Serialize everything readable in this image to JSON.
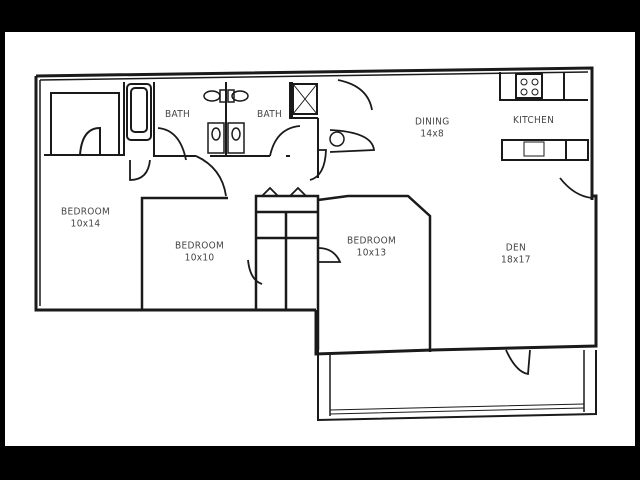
{
  "plan": {
    "rooms": [
      {
        "id": "bath1",
        "name": "BATH",
        "size": ""
      },
      {
        "id": "bath2",
        "name": "BATH",
        "size": ""
      },
      {
        "id": "dining",
        "name": "DINING",
        "size": "14x8"
      },
      {
        "id": "kitchen",
        "name": "KITCHEN",
        "size": ""
      },
      {
        "id": "bedroom1",
        "name": "BEDROOM",
        "size": "10x14"
      },
      {
        "id": "bedroom2",
        "name": "BEDROOM",
        "size": "10x10"
      },
      {
        "id": "bedroom3",
        "name": "BEDROOM",
        "size": "10x13"
      },
      {
        "id": "den",
        "name": "DEN",
        "size": "18x17"
      }
    ],
    "colors": {
      "frame": "#000000",
      "paper": "#ffffff",
      "line": "#1a1a1a",
      "text": "#444444"
    }
  }
}
